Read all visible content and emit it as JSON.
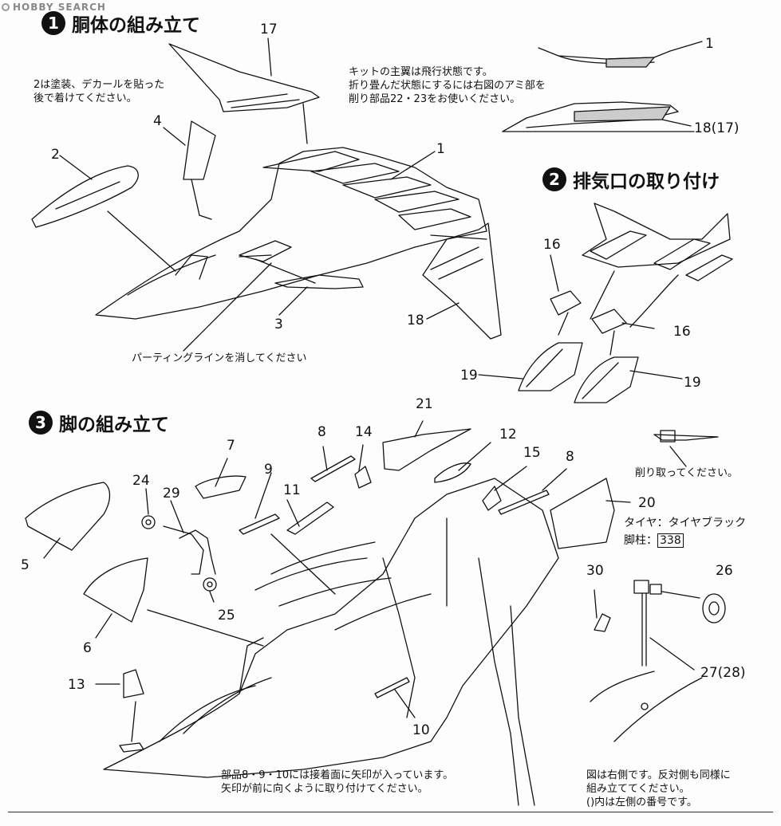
{
  "watermark": "HOBBY SEARCH",
  "sections": {
    "s1": {
      "number": "1",
      "title": "胴体の組み立て"
    },
    "s2": {
      "number": "2",
      "title": "排気口の取り付け"
    },
    "s3": {
      "number": "3",
      "title": "脚の組み立て"
    }
  },
  "notes": {
    "decal_note": [
      "2は塗装、デカールを貼った",
      "後で着けてください。"
    ],
    "wing_note": [
      "キットの主翼は飛行状態です。",
      "折り畳んだ状態にするには右図のアミ部を",
      "削り部品22・23をお使いください。"
    ],
    "parting_line": "パーティングラインを消してください",
    "cut_off": "削り取ってください。",
    "tire_label": "タイヤ：タイヤブラック",
    "strut_label": "脚柱：",
    "strut_code": "338",
    "arrow_note": [
      "部品8・9・10には接着面に矢印が入っています。",
      "矢印が前に向くように取り付けてください。"
    ],
    "side_note": [
      "図は右側です。反対側も同様に",
      "組み立ててください。",
      "()内は左側の番号です。"
    ]
  },
  "part_numbers": {
    "p17": "17",
    "p1_top": "1",
    "p2": "2",
    "p4": "4",
    "p1": "1",
    "p3": "3",
    "p18": "18",
    "p18_17": "18(17)",
    "p16a": "16",
    "p16b": "16",
    "p19a": "19",
    "p19b": "19",
    "p21": "21",
    "p8a": "8",
    "p14": "14",
    "p12": "12",
    "p15": "15",
    "p8b": "8",
    "p7": "7",
    "p9": "9",
    "p24": "24",
    "p29": "29",
    "p11": "11",
    "p20": "20",
    "p5": "5",
    "p25": "25",
    "p30": "30",
    "p26": "26",
    "p6": "6",
    "p27_28": "27(28)",
    "p13": "13",
    "p10": "10"
  }
}
